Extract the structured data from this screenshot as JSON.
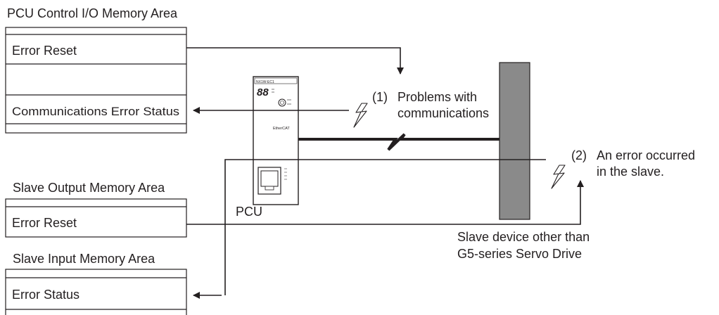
{
  "pcu_area": {
    "title": "PCU Control I/O Memory Area",
    "rows": [
      "Error Reset",
      "",
      "Communications Error Status"
    ]
  },
  "slave_output": {
    "title": "Slave Output Memory Area",
    "rows": [
      "Error Reset"
    ]
  },
  "slave_input": {
    "title": "Slave Input Memory Area",
    "rows": [
      "Error Status"
    ]
  },
  "pcu": {
    "label": "PCU",
    "model_text": "NX1W-EC1",
    "display_digits": "88",
    "ethercat_text": "EtherCAT"
  },
  "slave_device": {
    "label_line1": "Slave device other than",
    "label_line2": "G5-series Servo Drive",
    "color": "#8a8a8a"
  },
  "problems": {
    "p1_num": "(1)",
    "p1_line1": "Problems with",
    "p1_line2": "communications",
    "p2_num": "(2)",
    "p2_line1": "An error occurred",
    "p2_line2": "in the slave."
  },
  "icons": [
    "lightning-icon"
  ]
}
